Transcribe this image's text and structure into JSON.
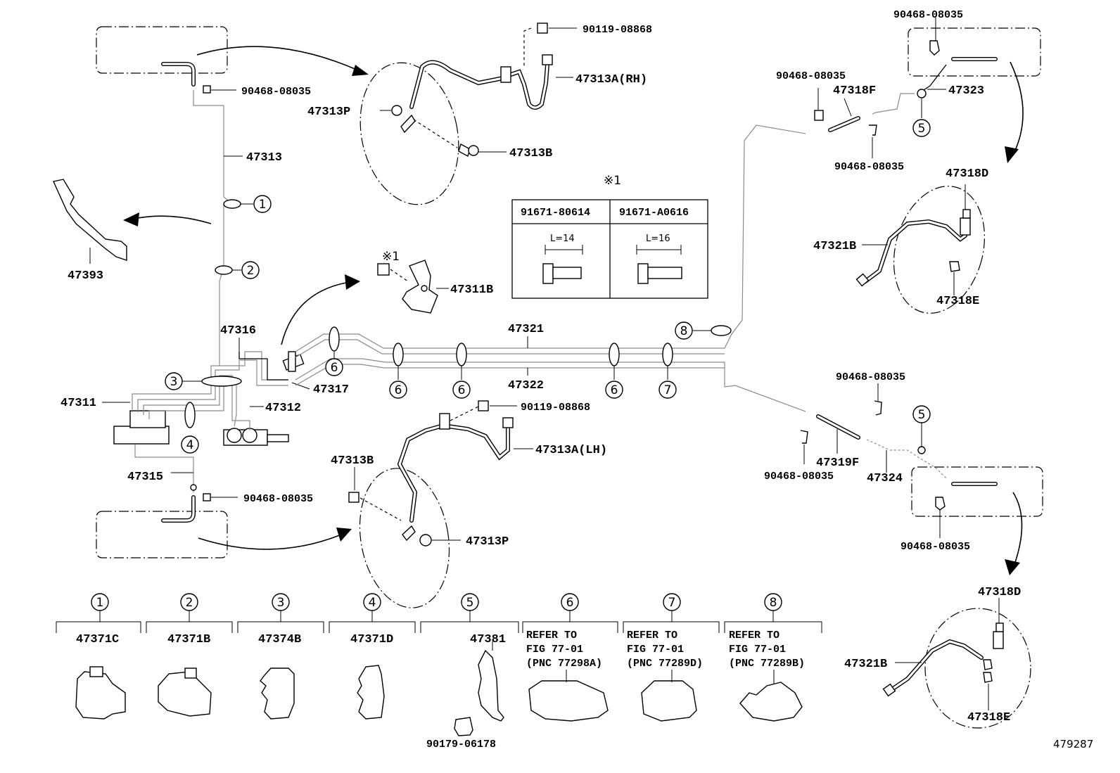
{
  "title_ref": "479287",
  "parts": {
    "p47313": "47313",
    "p47313a_rh": "47313A(RH)",
    "p47313a_lh": "47313A(LH)",
    "p47313b_top": "47313B",
    "p47313b_bottom": "47313B",
    "p47313p_top": "47313P",
    "p47313p_bottom": "47313P",
    "p47393": "47393",
    "p47316": "47316",
    "p47317": "47317",
    "p47311": "47311",
    "p47312": "47312",
    "p47315": "47315",
    "p47311b": "47311B",
    "p47321": "47321",
    "p47322": "47322",
    "p47318f": "47318F",
    "p47323": "47323",
    "p47318d_top": "47318D",
    "p47318d_bottom": "47318D",
    "p47321b_top": "47321B",
    "p47321b_bottom": "47321B",
    "p47318e_top": "47318E",
    "p47318e_bottom": "47318E",
    "p47319f": "47319F",
    "p47324": "47324",
    "b90119_top": "90119-08868",
    "b90119_bottom": "90119-08868",
    "c90468_a": "90468-08035",
    "c90468_b": "90468-08035",
    "c90468_c": "90468-08035",
    "c90468_d": "90468-08035",
    "c90468_e": "90468-08035",
    "c90468_f": "90468-08035",
    "c90468_g": "90468-08035",
    "c90468_h": "90468-08035"
  },
  "note_table": {
    "marker": "※1",
    "col1": "91671-80614",
    "col2": "91671-A0616",
    "len1": "L=14",
    "len2": "L=16",
    "marker_part": "※1"
  },
  "callouts": {
    "c1": "1",
    "c2": "2",
    "c3": "3",
    "c4": "4",
    "c5a": "5",
    "c5b": "5",
    "c6a": "6",
    "c6b": "6",
    "c6c": "6",
    "c6d": "6",
    "c7": "7",
    "c8": "8"
  },
  "legend": [
    {
      "num": "1",
      "part": "47371C"
    },
    {
      "num": "2",
      "part": "47371B"
    },
    {
      "num": "3",
      "part": "47374B"
    },
    {
      "num": "4",
      "part": "47371D"
    },
    {
      "num": "5",
      "part": "47381",
      "extra": "90179-06178"
    },
    {
      "num": "6",
      "line1": "REFER TO",
      "line2": "FIG 77-01",
      "line3": "(PNC 77298A)"
    },
    {
      "num": "7",
      "line1": "REFER TO",
      "line2": "FIG 77-01",
      "line3": "(PNC 77289D)"
    },
    {
      "num": "8",
      "line1": "REFER TO",
      "line2": "FIG 77-01",
      "line3": "(PNC 77289B)"
    }
  ]
}
